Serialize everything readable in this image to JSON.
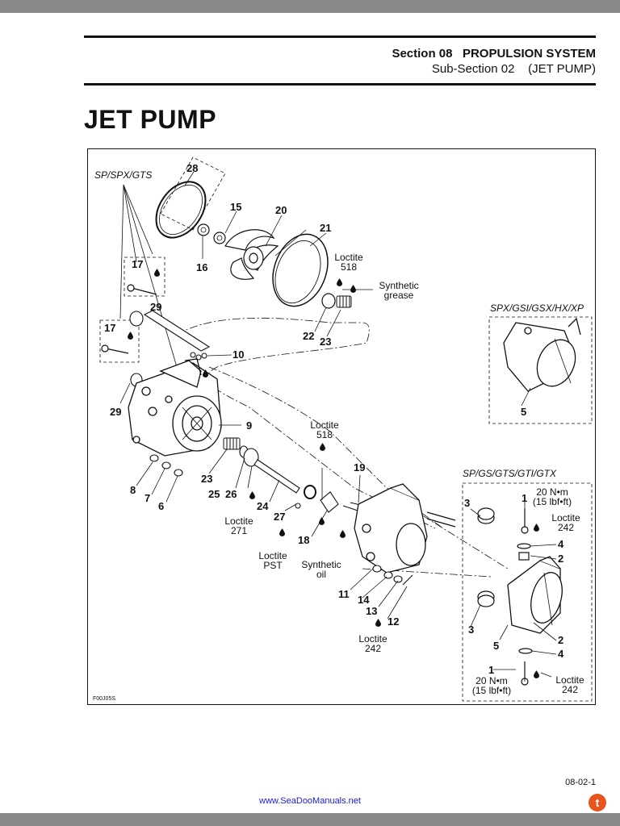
{
  "header": {
    "section": "Section 08   PROPULSION SYSTEM",
    "subsection": "Sub-Section 02    (JET PUMP)"
  },
  "title": "JET PUMP",
  "figure": {
    "model_groups": {
      "group_a": "SP/SPX/GTS",
      "group_b": "SPX/GSI/GSX/HX/XP",
      "group_c": "SP/GS/GTS/GTI/GTX"
    },
    "callouts": {
      "c28": "28",
      "c15": "15",
      "c20": "20",
      "c21": "21",
      "c16": "16",
      "c17a": "17",
      "c17b": "17",
      "c29a": "29",
      "c29b": "29",
      "c10": "10",
      "c9": "9",
      "c22": "22",
      "c23a": "23",
      "c23b": "23",
      "c5a": "5",
      "c8": "8",
      "c7": "7",
      "c6": "6",
      "c25": "25",
      "c26": "26",
      "c24": "24",
      "c27": "27",
      "c18": "18",
      "c19": "19",
      "c11": "11",
      "c14": "14",
      "c13": "13",
      "c12": "12",
      "c1a": "1",
      "c1b": "1",
      "c3a": "3",
      "c3b": "3",
      "c4a": "4",
      "c4b": "4",
      "c2a": "2",
      "c2b": "2",
      "c5b": "5"
    },
    "notes": {
      "loctite_518_top_1": "Loctite",
      "loctite_518_top_2": "518",
      "synthetic_grease_1": "Synthetic",
      "synthetic_grease_2": "grease",
      "loctite_518_mid_1": "Loctite",
      "loctite_518_mid_2": "518",
      "loctite_271_1": "Loctite",
      "loctite_271_2": "271",
      "loctite_pst_1": "Loctite",
      "loctite_pst_2": "PST",
      "synthetic_oil_1": "Synthetic",
      "synthetic_oil_2": "oil",
      "loctite_242_bottom_1": "Loctite",
      "loctite_242_bottom_2": "242",
      "torque_top_1": "20 N•m",
      "torque_top_2": "(15 lbf•ft)",
      "loctite_242_right_top_1": "Loctite",
      "loctite_242_right_top_2": "242",
      "torque_bottom_1": "20 N•m",
      "torque_bottom_2": "(15 lbf•ft)",
      "loctite_242_right_bottom_1": "Loctite",
      "loctite_242_right_bottom_2": "242"
    },
    "figure_code": "F00J05S"
  },
  "footer": {
    "page_number": "08-02-1",
    "website": "www.SeaDooManuals.net",
    "badge": "t"
  }
}
